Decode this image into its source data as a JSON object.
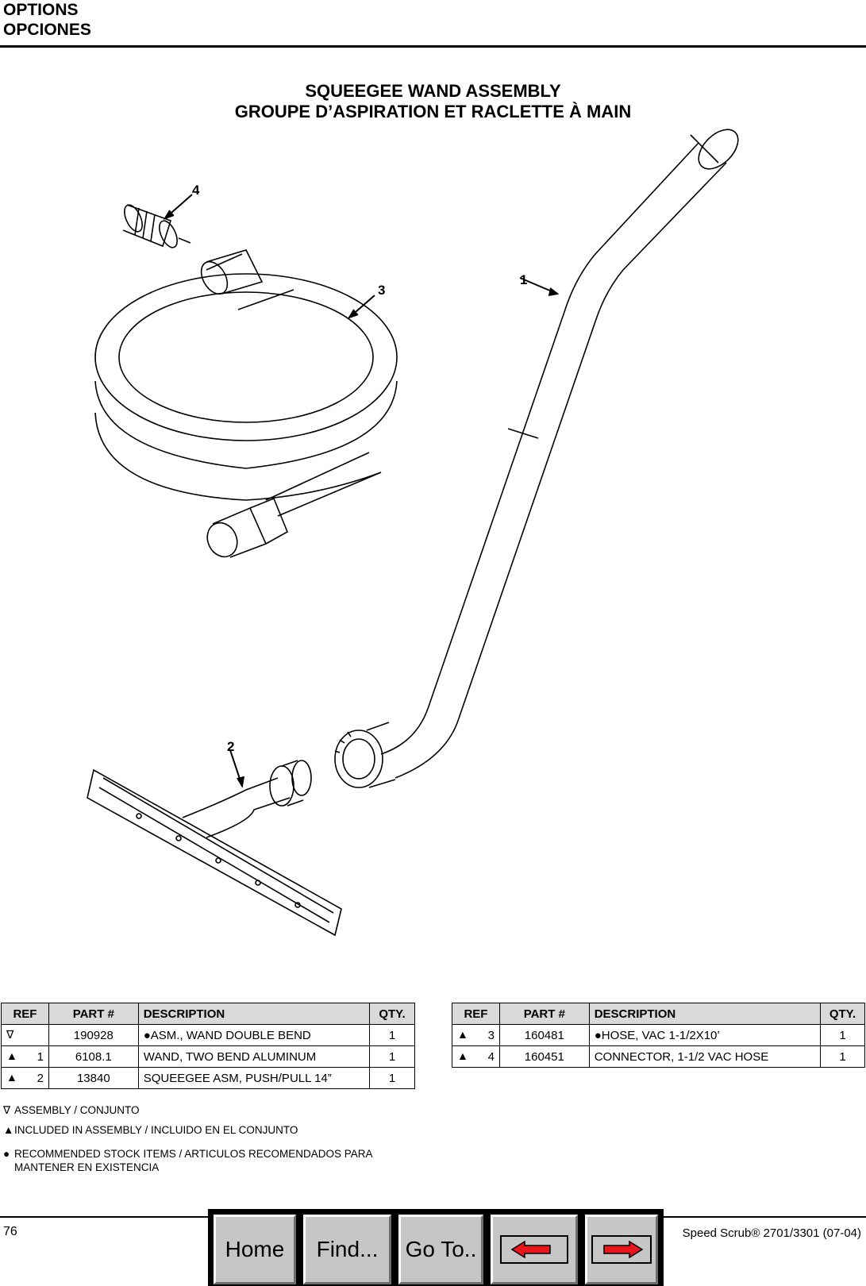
{
  "header": {
    "line1": "OPTIONS",
    "line2": "OPCIONES"
  },
  "title": {
    "line1": "SQUEEGEE WAND ASSEMBLY",
    "line2": "GROUPE D’ASPIRATION ET RACLETTE À MAIN"
  },
  "callouts": {
    "c1": "1",
    "c2": "2",
    "c3": "3",
    "c4": "4"
  },
  "table_headers": {
    "ref": "REF",
    "part": "PART #",
    "desc": "DESCRIPTION",
    "qty": "QTY."
  },
  "table_left": [
    {
      "marker": "∇",
      "ref": "",
      "part": "190928",
      "desc": "●ASM., WAND DOUBLE BEND",
      "qty": "1"
    },
    {
      "marker": "▲",
      "ref": "1",
      "part": "6108.1",
      "desc": "WAND, TWO BEND ALUMINUM",
      "qty": "1"
    },
    {
      "marker": "▲",
      "ref": "2",
      "part": "13840",
      "desc": "SQUEEGEE ASM, PUSH/PULL 14”",
      "qty": "1"
    }
  ],
  "table_right": [
    {
      "marker": "▲",
      "ref": "3",
      "part": "160481",
      "desc": "●HOSE, VAC 1-1/2X10’",
      "qty": "1"
    },
    {
      "marker": "▲",
      "ref": "4",
      "part": "160451",
      "desc": "CONNECTOR, 1-1/2 VAC HOSE",
      "qty": "1"
    }
  ],
  "legend": {
    "assembly_symbol": "∇",
    "assembly": "ASSEMBLY / CONJUNTO",
    "included_symbol": "▲",
    "included": "INCLUDED IN ASSEMBLY /  INCLUIDO EN EL CONJUNTO",
    "stock_symbol": "●",
    "stock_line1": "RECOMMENDED STOCK ITEMS / ARTICULOS RECOMENDADOS PARA",
    "stock_line2": "MANTENER EN EXISTENCIA"
  },
  "footer": {
    "page_number": "76",
    "doc_title": "Speed Scrub® 2701/3301  (07-04)"
  },
  "nav": {
    "home": "Home",
    "find": "Find...",
    "goto": "Go To..",
    "back_icon": "arrow-left-icon",
    "forward_icon": "arrow-right-icon",
    "arrow_color": "#e8151b"
  }
}
